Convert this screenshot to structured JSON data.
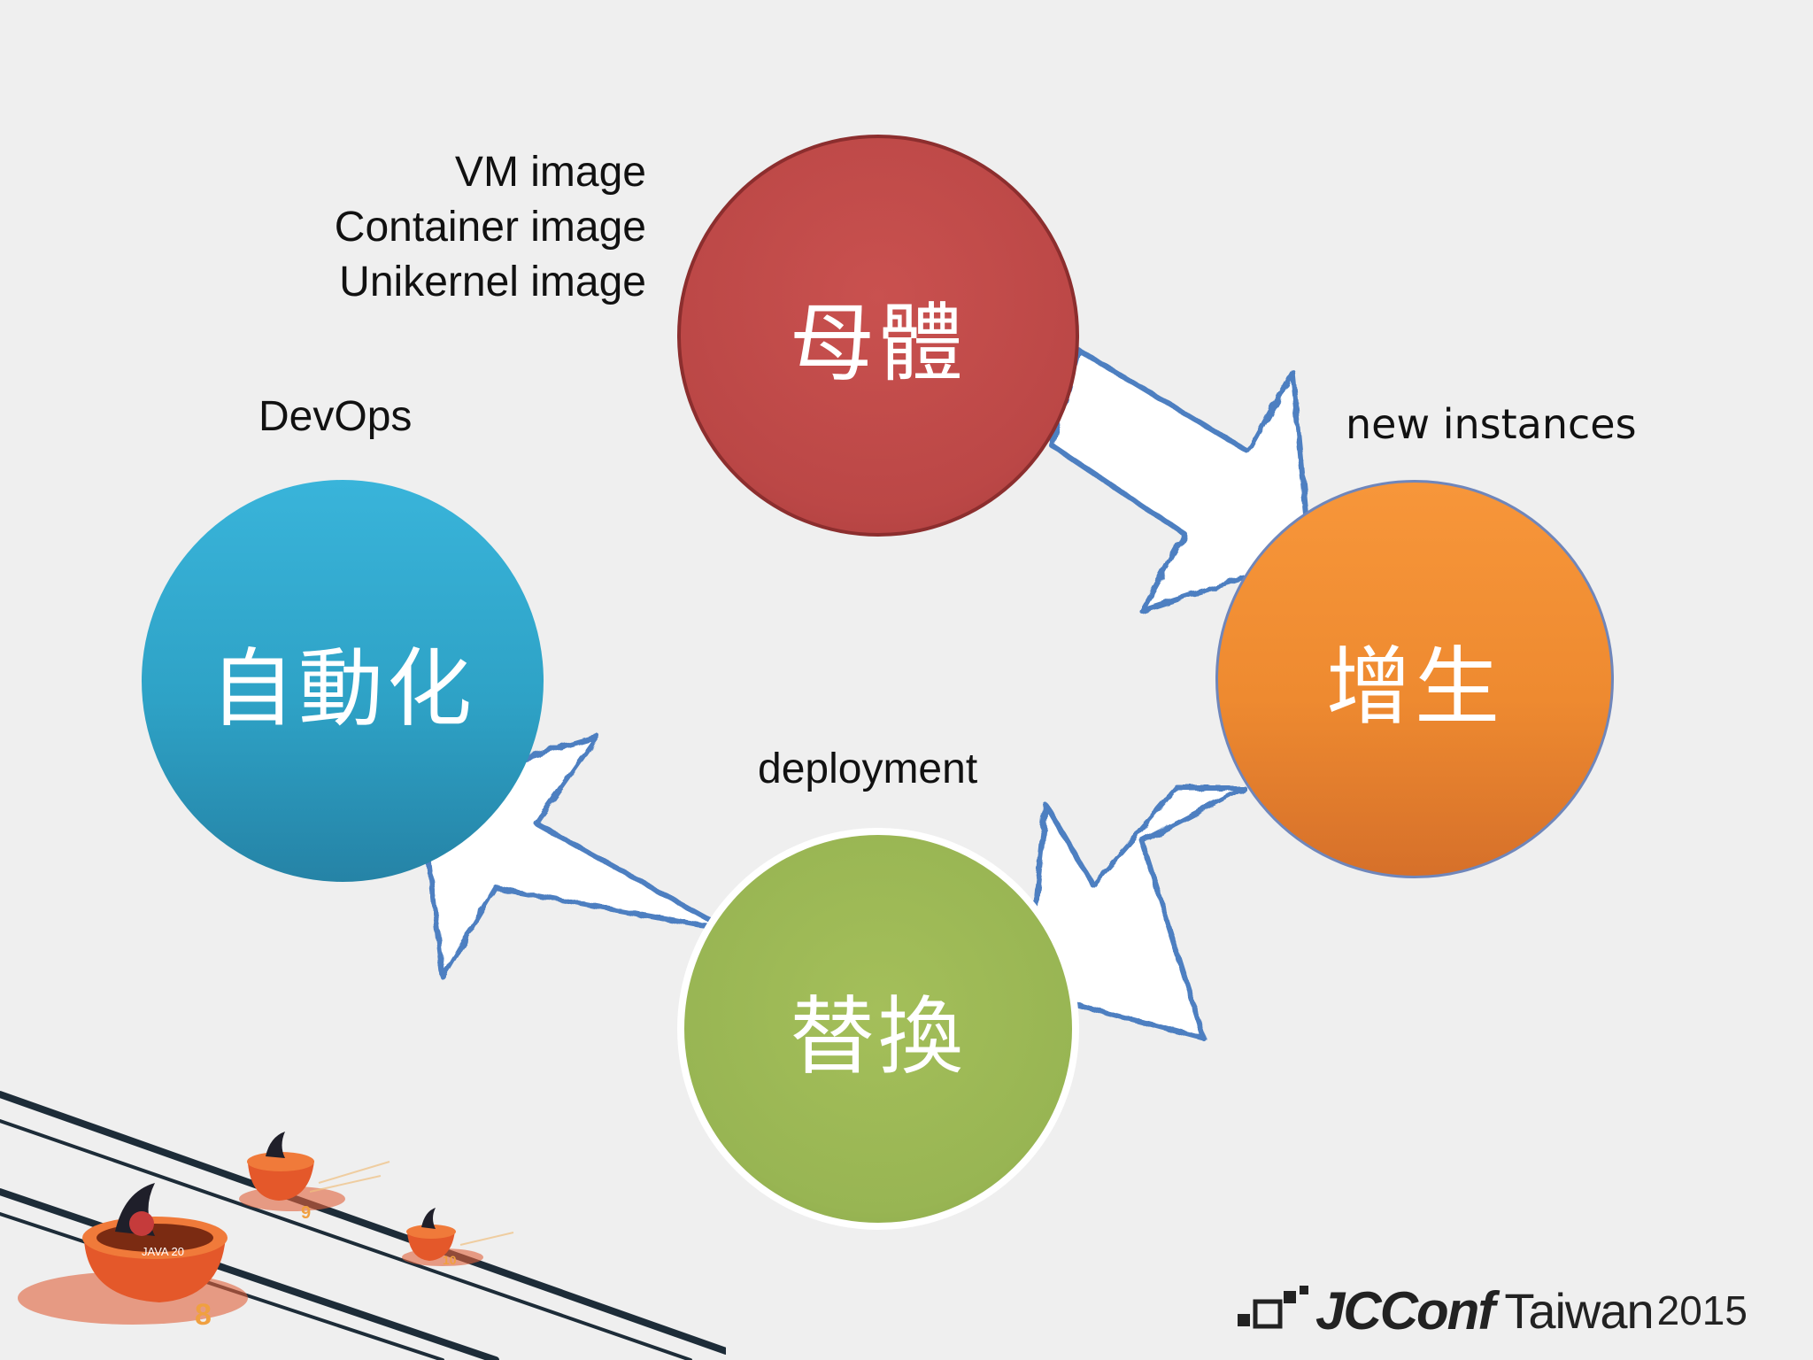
{
  "nodes": {
    "parent": "母體",
    "spawn": "增生",
    "replace": "替換",
    "automation": "自動化"
  },
  "annotations": {
    "images": [
      "VM image",
      "Container image",
      "Unikernel image"
    ],
    "devops": "DevOps",
    "new_instances": "new instances",
    "deployment": "deployment"
  },
  "branding": {
    "name": "JCConf",
    "region": "Taiwan",
    "year": "2015",
    "mascot_badge": "JAVA 20",
    "mascot_numbers": [
      "8",
      "9",
      "10"
    ]
  },
  "colors": {
    "parent": "#bb4746",
    "spawn": "#ee8a30",
    "replace": "#98b553",
    "automation": "#2ea2c6",
    "arrow_outline": "#4d7fc1",
    "background": "#efefef"
  }
}
